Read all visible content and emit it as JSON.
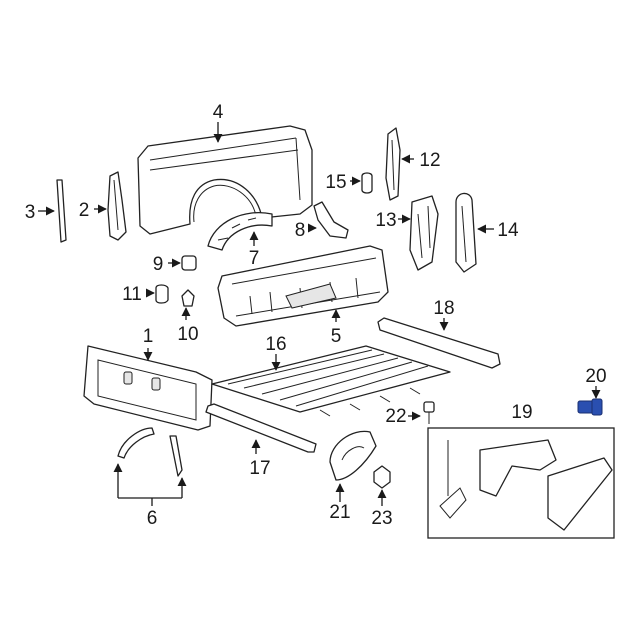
{
  "diagram": {
    "highlight_color": "#2a4fb0",
    "callouts": [
      {
        "id": "c1",
        "label": "1"
      },
      {
        "id": "c2",
        "label": "2"
      },
      {
        "id": "c3",
        "label": "3"
      },
      {
        "id": "c4",
        "label": "4"
      },
      {
        "id": "c5",
        "label": "5"
      },
      {
        "id": "c6",
        "label": "6"
      },
      {
        "id": "c7",
        "label": "7"
      },
      {
        "id": "c8",
        "label": "8"
      },
      {
        "id": "c9",
        "label": "9"
      },
      {
        "id": "c10",
        "label": "10"
      },
      {
        "id": "c11",
        "label": "11"
      },
      {
        "id": "c12",
        "label": "12"
      },
      {
        "id": "c13",
        "label": "13"
      },
      {
        "id": "c14",
        "label": "14"
      },
      {
        "id": "c15",
        "label": "15"
      },
      {
        "id": "c16",
        "label": "16"
      },
      {
        "id": "c17",
        "label": "17"
      },
      {
        "id": "c18",
        "label": "18"
      },
      {
        "id": "c19",
        "label": "19"
      },
      {
        "id": "c20",
        "label": "20"
      },
      {
        "id": "c21",
        "label": "21"
      },
      {
        "id": "c22",
        "label": "22"
      },
      {
        "id": "c23",
        "label": "23"
      }
    ]
  }
}
